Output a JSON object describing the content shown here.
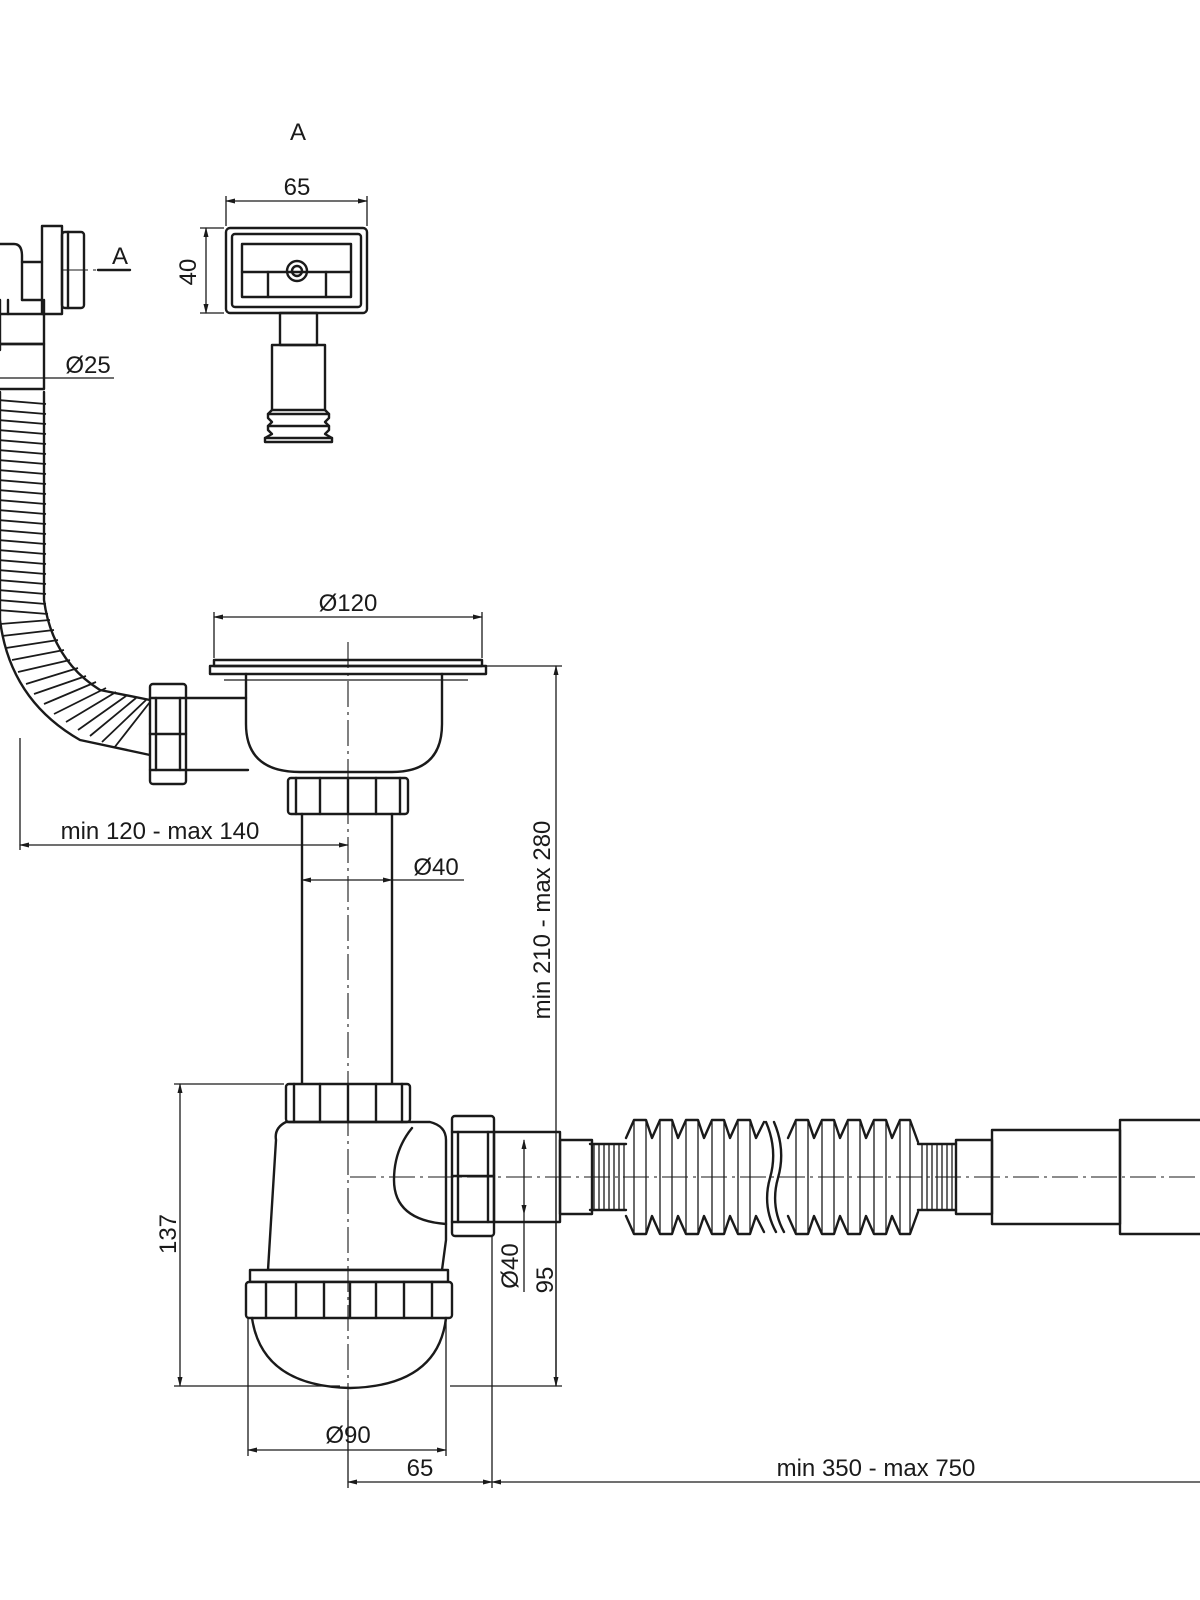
{
  "labels": {
    "view_marker": "A",
    "section_arrow": "A",
    "overflow_width": "65",
    "overflow_height": "40",
    "overflow_pipe_diameter": "Ø25",
    "strainer_diameter": "Ø120",
    "overflow_offset": "min 120 - max 140",
    "tail_pipe_diameter": "Ø40",
    "height_range": "min 210 - max 280",
    "trap_height": "137",
    "outlet_diameter": "Ø40",
    "outlet_height": "95",
    "trap_bottom_diameter": "Ø90",
    "outlet_offset": "65",
    "hose_length": "min 350 - max 750"
  },
  "colors": {
    "line": "#1a1a1a",
    "background": "#ffffff"
  }
}
